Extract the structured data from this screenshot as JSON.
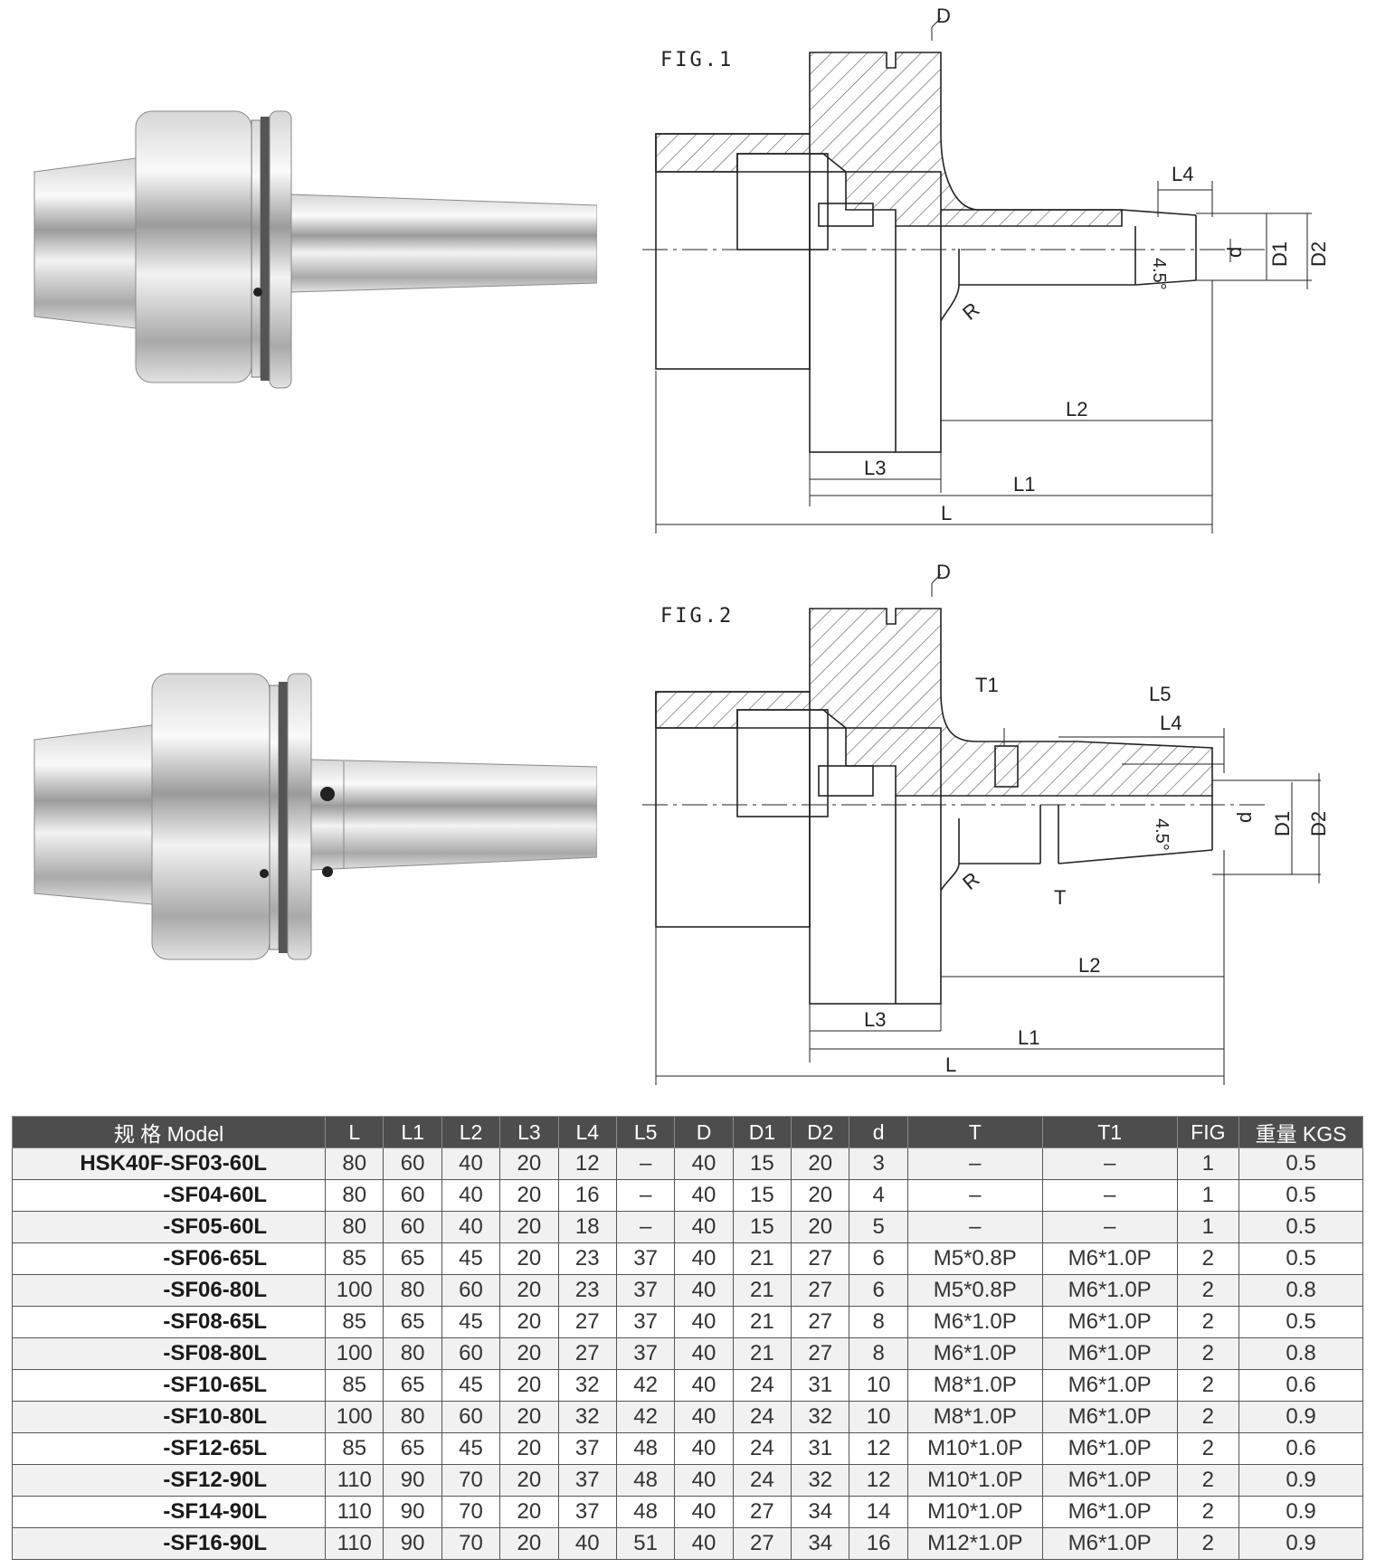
{
  "figures": {
    "fig1": {
      "label": "FIG.1",
      "dims": {
        "D": "D",
        "L4": "L4",
        "d": "d",
        "D1": "D1",
        "D2": "D2",
        "angle": "4.5°",
        "R": "R",
        "L2": "L2",
        "L3": "L3",
        "L1": "L1",
        "L": "L"
      }
    },
    "fig2": {
      "label": "FIG.2",
      "dims": {
        "D": "D",
        "T1": "T1",
        "L5": "L5",
        "L4": "L4",
        "d": "d",
        "D1": "D1",
        "D2": "D2",
        "angle": "4.5°",
        "R": "R",
        "T": "T",
        "L2": "L2",
        "L3": "L3",
        "L1": "L1",
        "L": "L"
      }
    }
  },
  "table": {
    "headers": [
      "规 格 Model",
      "L",
      "L1",
      "L2",
      "L3",
      "L4",
      "L5",
      "D",
      "D1",
      "D2",
      "d",
      "T",
      "T1",
      "FIG",
      "重量 KGS"
    ],
    "rows": [
      [
        "HSK40F-SF03-60L",
        "80",
        "60",
        "40",
        "20",
        "12",
        "–",
        "40",
        "15",
        "20",
        "3",
        "–",
        "–",
        "1",
        "0.5"
      ],
      [
        "-SF04-60L",
        "80",
        "60",
        "40",
        "20",
        "16",
        "–",
        "40",
        "15",
        "20",
        "4",
        "–",
        "–",
        "1",
        "0.5"
      ],
      [
        "-SF05-60L",
        "80",
        "60",
        "40",
        "20",
        "18",
        "–",
        "40",
        "15",
        "20",
        "5",
        "–",
        "–",
        "1",
        "0.5"
      ],
      [
        "-SF06-65L",
        "85",
        "65",
        "45",
        "20",
        "23",
        "37",
        "40",
        "21",
        "27",
        "6",
        "M5*0.8P",
        "M6*1.0P",
        "2",
        "0.5"
      ],
      [
        "-SF06-80L",
        "100",
        "80",
        "60",
        "20",
        "23",
        "37",
        "40",
        "21",
        "27",
        "6",
        "M5*0.8P",
        "M6*1.0P",
        "2",
        "0.8"
      ],
      [
        "-SF08-65L",
        "85",
        "65",
        "45",
        "20",
        "27",
        "37",
        "40",
        "21",
        "27",
        "8",
        "M6*1.0P",
        "M6*1.0P",
        "2",
        "0.5"
      ],
      [
        "-SF08-80L",
        "100",
        "80",
        "60",
        "20",
        "27",
        "37",
        "40",
        "21",
        "27",
        "8",
        "M6*1.0P",
        "M6*1.0P",
        "2",
        "0.8"
      ],
      [
        "-SF10-65L",
        "85",
        "65",
        "45",
        "20",
        "32",
        "42",
        "40",
        "24",
        "31",
        "10",
        "M8*1.0P",
        "M6*1.0P",
        "2",
        "0.6"
      ],
      [
        "-SF10-80L",
        "100",
        "80",
        "60",
        "20",
        "32",
        "42",
        "40",
        "24",
        "32",
        "10",
        "M8*1.0P",
        "M6*1.0P",
        "2",
        "0.9"
      ],
      [
        "-SF12-65L",
        "85",
        "65",
        "45",
        "20",
        "37",
        "48",
        "40",
        "24",
        "31",
        "12",
        "M10*1.0P",
        "M6*1.0P",
        "2",
        "0.6"
      ],
      [
        "-SF12-90L",
        "110",
        "90",
        "70",
        "20",
        "37",
        "48",
        "40",
        "24",
        "32",
        "12",
        "M10*1.0P",
        "M6*1.0P",
        "2",
        "0.9"
      ],
      [
        "-SF14-90L",
        "110",
        "90",
        "70",
        "20",
        "37",
        "48",
        "40",
        "27",
        "34",
        "14",
        "M10*1.0P",
        "M6*1.0P",
        "2",
        "0.9"
      ],
      [
        "-SF16-90L",
        "110",
        "90",
        "70",
        "20",
        "40",
        "51",
        "40",
        "27",
        "34",
        "16",
        "M12*1.0P",
        "M6*1.0P",
        "2",
        "0.9"
      ]
    ]
  }
}
